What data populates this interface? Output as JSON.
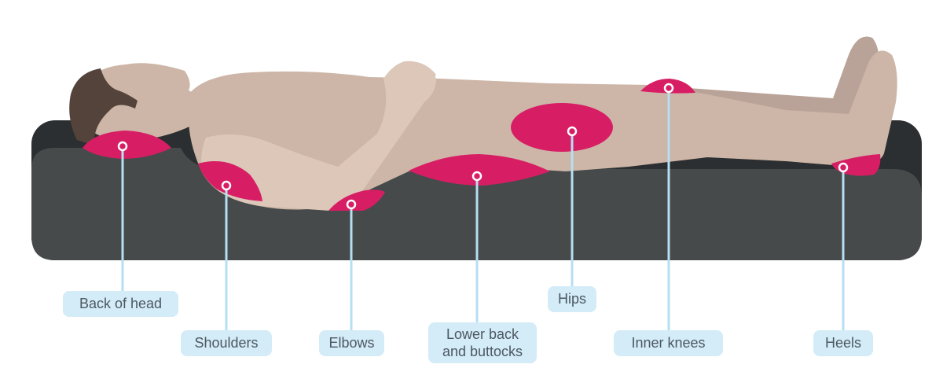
{
  "colors": {
    "skin": "#cdb6a7",
    "skin_light": "#dcc7b8",
    "skin_far": "#b9a398",
    "hair": "#54433a",
    "mattress": "#464a4b",
    "mattress_back": "#2c2f31",
    "pressure": "#d71e64",
    "leader": "#b5dff2",
    "label_bg": "#d3ecf8",
    "label_text": "#4d5860"
  },
  "labels": {
    "back_of_head": "Back of head",
    "shoulders": "Shoulders",
    "elbows": "Elbows",
    "lower_back_line1": "Lower back",
    "lower_back_line2": "and buttocks",
    "hips": "Hips",
    "inner_knees": "Inner knees",
    "heels": "Heels"
  }
}
